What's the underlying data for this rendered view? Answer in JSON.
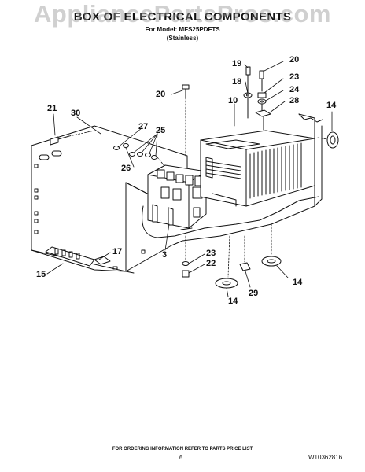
{
  "watermark": "AppliancePartsPros.com",
  "header": {
    "title": "BOX OF ELECTRICAL COMPONENTS",
    "model_line": "For Model: MFS25PDFTS",
    "variant": "(Stainless)"
  },
  "callouts": {
    "c3": "3",
    "c10": "10",
    "c14a": "14",
    "c14b": "14",
    "c14c": "14",
    "c15": "15",
    "c17": "17",
    "c18": "18",
    "c19": "19",
    "c20a": "20",
    "c20b": "20",
    "c21": "21",
    "c22": "22",
    "c23a": "23",
    "c23b": "23",
    "c24": "24",
    "c25": "25",
    "c26": "26",
    "c27": "27",
    "c28": "28",
    "c29": "29",
    "c30": "30"
  },
  "footer": {
    "ordering_note": "FOR ORDERING INFORMATION REFER TO PARTS PRICE LIST",
    "page_number": "6",
    "document_number": "W10362816"
  }
}
